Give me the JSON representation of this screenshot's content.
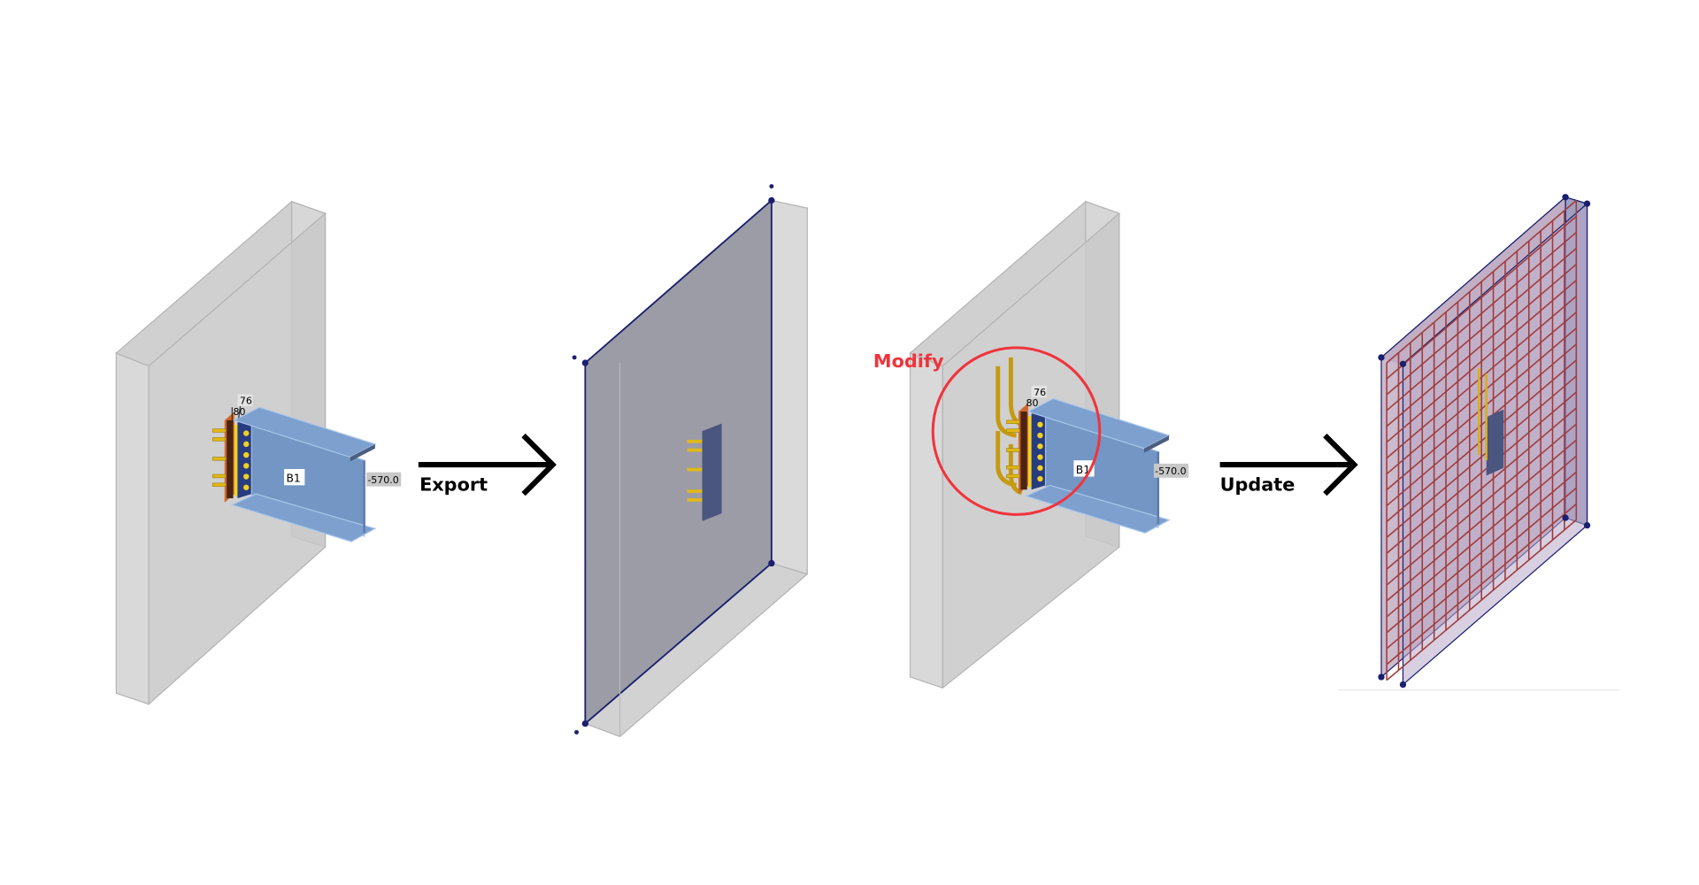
{
  "steps": [
    {
      "beam_label": "B1",
      "dim_a": "80",
      "dim_b": "76",
      "elevation": "-570.0"
    },
    {
      "caption": "Export"
    },
    {
      "beam_label": "B1",
      "dim_a": "80",
      "dim_b": "76",
      "elevation": "-570.0",
      "annotation": "Modify"
    },
    {
      "caption": "Update"
    }
  ],
  "colors": {
    "accent_red": "#f0343c",
    "beam": "#7396c4",
    "wall": "#c8c8c8",
    "rebar": "#a03c3c",
    "outline": "#1a1f6e"
  }
}
